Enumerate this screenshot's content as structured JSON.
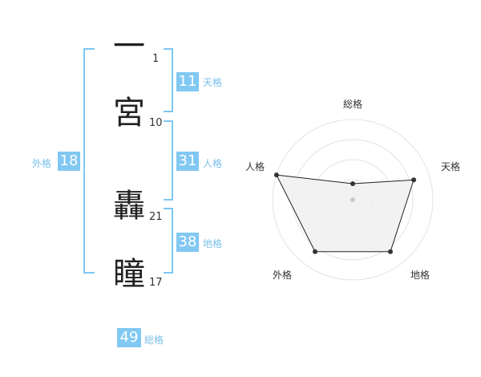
{
  "name": {
    "characters": [
      {
        "char": "一",
        "strokes": "1"
      },
      {
        "char": "宮",
        "strokes": "10"
      },
      {
        "char": "轟",
        "strokes": "21"
      },
      {
        "char": "瞳",
        "strokes": "17"
      }
    ]
  },
  "fortunes": {
    "tenkaku": {
      "value": "11",
      "label": "天格"
    },
    "jinkaku": {
      "value": "31",
      "label": "人格"
    },
    "chikaku": {
      "value": "38",
      "label": "地格"
    },
    "gaikaku": {
      "value": "18",
      "label": "外格"
    },
    "soukaku": {
      "value": "49",
      "label": "総格"
    }
  },
  "chart_data": {
    "type": "radar",
    "axes": [
      "総格",
      "天格",
      "地格",
      "外格",
      "人格"
    ],
    "values": [
      1,
      4,
      4,
      4,
      5
    ],
    "max": 5,
    "rings": 4,
    "colors": {
      "fill": "#f0f0f0",
      "stroke": "#222222",
      "ring": "#e3e3e3",
      "center": "#c9c9c9"
    }
  },
  "colors": {
    "accent": "#81c8f2",
    "accent_text": "#79bfea"
  }
}
